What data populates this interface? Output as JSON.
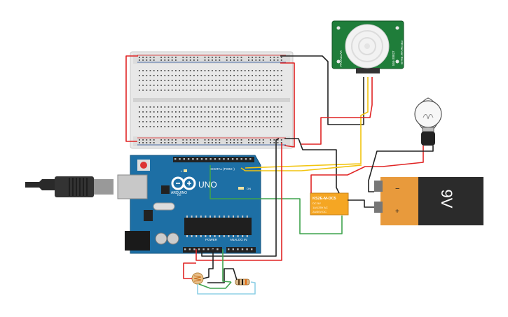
{
  "arduino": {
    "brand": "ARDUINO",
    "model": "UNO",
    "digital_header": "DIGITAL (PWM~)",
    "power_header": "POWER",
    "analog_header": "ANALOG IN",
    "led_labels": [
      "L",
      "TX",
      "RX",
      "ON"
    ]
  },
  "pir_sensor": {
    "side_left": "PARALLAX",
    "side_right": "555-28027",
    "side_top": "PIR Sensor Rev B"
  },
  "relay": {
    "part": "KS2E-M-DC5",
    "line1": "DC 5V",
    "line2": "1A/125V AC",
    "line3": "2A/30V DC"
  },
  "battery": {
    "label": "9V",
    "minus": "−",
    "plus": "+"
  },
  "colors": {
    "board_blue": "#1d6fa5",
    "breadboard": "#e6e6e6",
    "wire_red": "#e02424",
    "wire_black": "#222222",
    "wire_yellow": "#f2c40f",
    "wire_green": "#3fa34d",
    "wire_lightblue": "#8fd0e6",
    "battery_orange": "#e89a3c"
  },
  "icons": [
    "usb-cable-icon",
    "light-bulb-icon",
    "photoresistor-icon",
    "resistor-icon",
    "pir-dome-icon"
  ]
}
